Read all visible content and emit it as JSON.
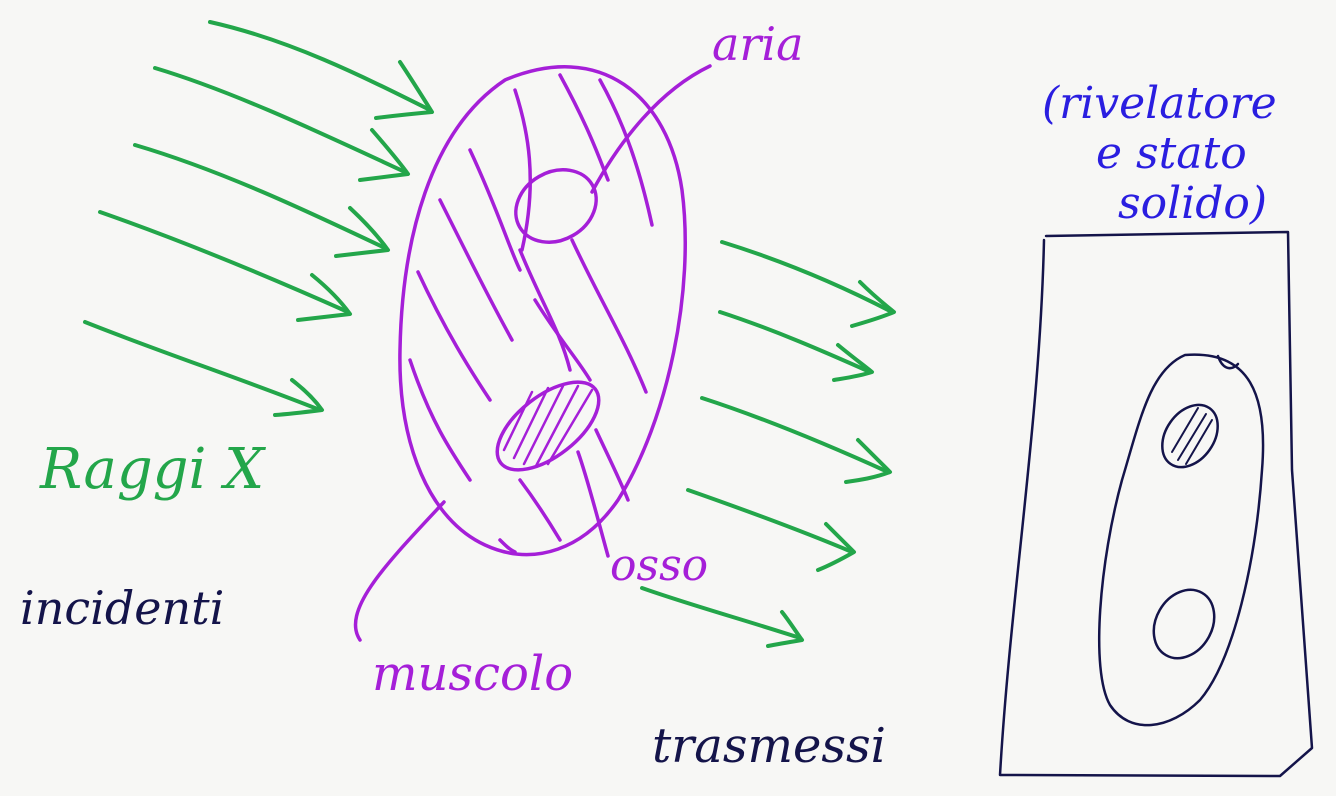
{
  "labels": {
    "air": "aria",
    "detector": [
      "(rivelatore",
      "e stato",
      "solido)"
    ],
    "xrays": "Raggi X",
    "incident": "incidenti",
    "bone": "osso",
    "muscle": "muscolo",
    "transmitted": "trasmessi"
  },
  "colors": {
    "xray_arrows": "#23a64a",
    "body": "#a51fd8",
    "detector_text": "#2a1ee0",
    "ink": "#14144a",
    "background": "#f7f7f5"
  }
}
